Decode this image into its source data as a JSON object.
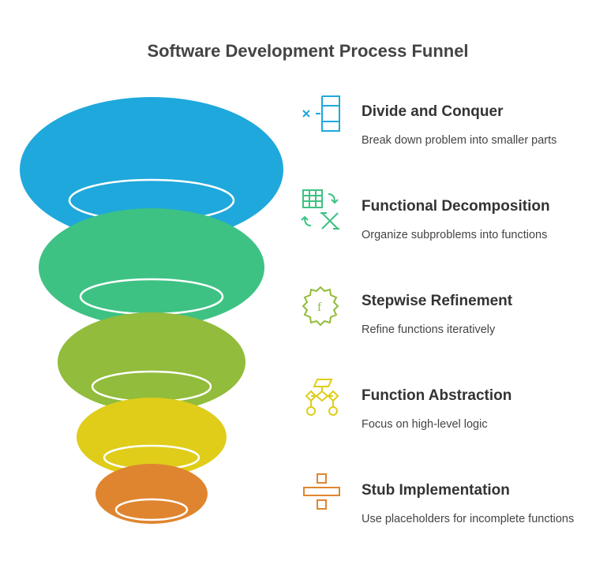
{
  "title": "Software Development Process Funnel",
  "steps": [
    {
      "heading": "Divide and Conquer",
      "description": "Break down problem into smaller parts",
      "color": "#1fa8dc",
      "icon": "divide-icon"
    },
    {
      "heading": "Functional Decomposition",
      "description": "Organize subproblems into functions",
      "color": "#3ec283",
      "icon": "spreadsheet-function-icon"
    },
    {
      "heading": "Stepwise Refinement",
      "description": "Refine functions iteratively",
      "color": "#91bc3c",
      "icon": "function-gear-icon"
    },
    {
      "heading": "Function Abstraction",
      "description": "Focus on high-level logic",
      "color": "#dfcd1a",
      "icon": "flowchart-icon"
    },
    {
      "heading": "Stub Implementation",
      "description": "Use placeholders for incomplete functions",
      "color": "#e0852f",
      "icon": "stub-divide-icon"
    }
  ]
}
